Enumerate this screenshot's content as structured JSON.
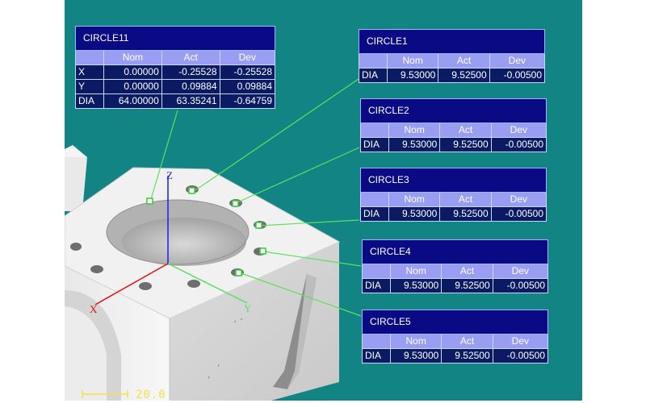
{
  "viewport": {
    "background": "#138484",
    "leader_color": "#5de05d",
    "scale_label": "20.0",
    "axis_labels": {
      "x": "X",
      "y": "Y",
      "z": "Z"
    }
  },
  "column_headers": [
    "Nom",
    "Act",
    "Dev"
  ],
  "reports": [
    {
      "title": "CIRCLE11",
      "rows": [
        {
          "label": "X",
          "nom": "0.00000",
          "act": "-0.25528",
          "dev": "-0.25528"
        },
        {
          "label": "Y",
          "nom": "0.00000",
          "act": "0.09884",
          "dev": "0.09884"
        },
        {
          "label": "DIA",
          "nom": "64.00000",
          "act": "63.35241",
          "dev": "-0.64759"
        }
      ]
    },
    {
      "title": "CIRCLE1",
      "rows": [
        {
          "label": "DIA",
          "nom": "9.53000",
          "act": "9.52500",
          "dev": "-0.00500"
        }
      ]
    },
    {
      "title": "CIRCLE2",
      "rows": [
        {
          "label": "DIA",
          "nom": "9.53000",
          "act": "9.52500",
          "dev": "-0.00500"
        }
      ]
    },
    {
      "title": "CIRCLE3",
      "rows": [
        {
          "label": "DIA",
          "nom": "9.53000",
          "act": "9.52500",
          "dev": "-0.00500"
        }
      ]
    },
    {
      "title": "CIRCLE4",
      "rows": [
        {
          "label": "DIA",
          "nom": "9.53000",
          "act": "9.52500",
          "dev": "-0.00500"
        }
      ]
    },
    {
      "title": "CIRCLE5",
      "rows": [
        {
          "label": "DIA",
          "nom": "9.53000",
          "act": "9.52500",
          "dev": "-0.00500"
        }
      ]
    }
  ]
}
